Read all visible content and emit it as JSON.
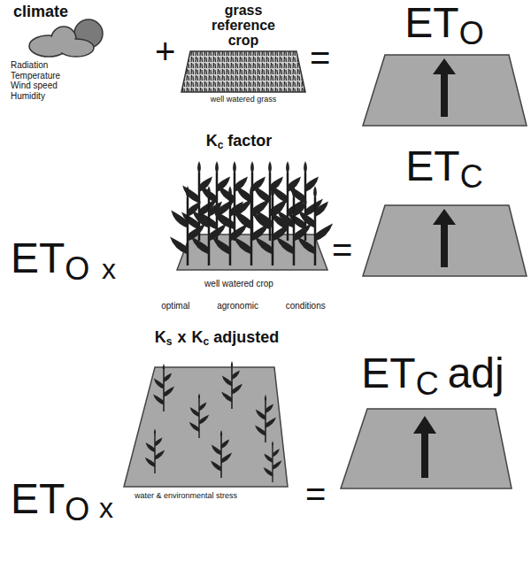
{
  "diagram": {
    "nodes": [
      {
        "text": [
          "climate",
          "Radiation Temperature Wind speed Humidity"
        ]
      },
      {
        "text": [
          "grass reference crop",
          "well watered grass"
        ]
      },
      {
        "text": [
          "ET",
          "O"
        ]
      },
      {
        "text": [
          "K",
          "c",
          "factor",
          "well watered crop",
          "optimal agronomic conditions"
        ]
      },
      {
        "text": [
          "ET",
          "C"
        ]
      },
      {
        "text": [
          "K",
          "s",
          "x",
          "K",
          "c",
          "adjusted",
          "water & environmental stress"
        ]
      },
      {
        "text": [
          "ET",
          "C",
          "adj"
        ]
      }
    ],
    "labels": [
      "+",
      "=",
      "ET",
      "O",
      "x",
      "=",
      "ET",
      "O",
      "x",
      "="
    ]
  }
}
